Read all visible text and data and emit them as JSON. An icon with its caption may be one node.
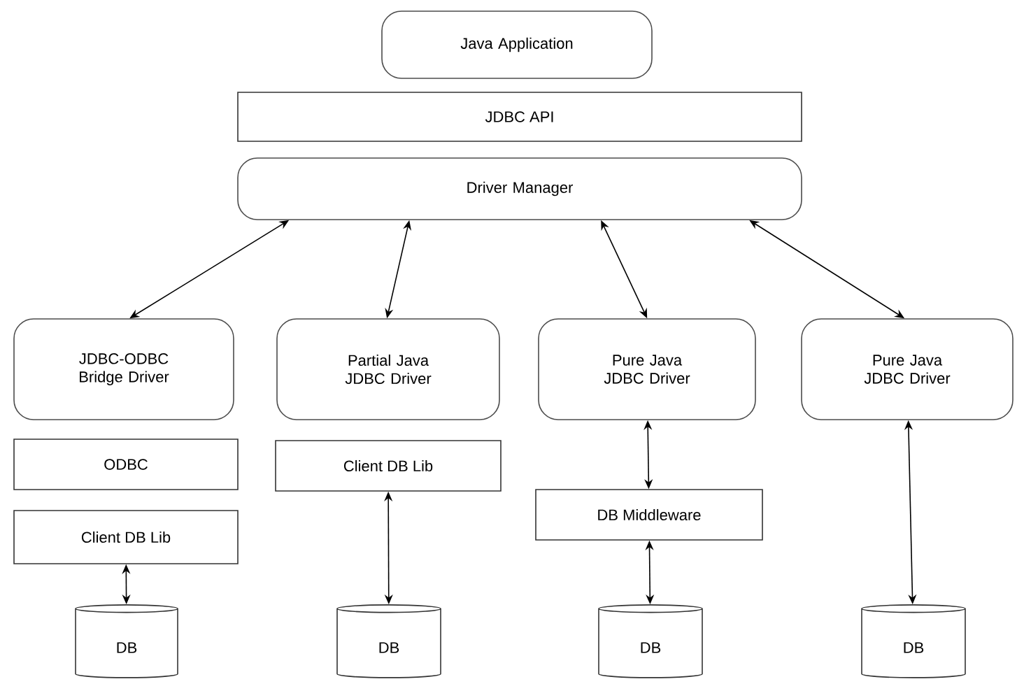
{
  "diagram": {
    "nodes": [
      {
        "text": [
          "Java Application"
        ]
      },
      {
        "text": [
          "JDBC API"
        ]
      },
      {
        "text": [
          "Driver Manager"
        ]
      },
      {
        "text": [
          "JDBC-ODBC Bridge Driver"
        ]
      },
      {
        "text": [
          "Partial Java JDBC Driver"
        ]
      },
      {
        "text": [
          "Pure Java JDBC Driver"
        ]
      },
      {
        "text": [
          "Pure Java JDBC Driver"
        ]
      },
      {
        "text": [
          "ODBC"
        ]
      },
      {
        "text": [
          "Client DB Lib"
        ]
      },
      {
        "text": [
          "Client DB Lib"
        ]
      },
      {
        "text": [
          "DB Middleware"
        ]
      },
      {
        "text": [
          "DB"
        ]
      },
      {
        "text": [
          "DB"
        ]
      },
      {
        "text": [
          "DB"
        ]
      },
      {
        "text": [
          "DB"
        ]
      }
    ],
    "edges": [
      {
        "from": 2,
        "to": 3,
        "arrow": "both"
      },
      {
        "from": 2,
        "to": 4,
        "arrow": "both"
      },
      {
        "from": 2,
        "to": 5,
        "arrow": "both"
      },
      {
        "from": 2,
        "to": 6,
        "arrow": "both"
      },
      {
        "from": 8,
        "to": 11,
        "arrow": "both"
      },
      {
        "from": 9,
        "to": 12,
        "arrow": "both"
      },
      {
        "from": 5,
        "to": 10,
        "arrow": "both"
      },
      {
        "from": 10,
        "to": 13,
        "arrow": "both"
      },
      {
        "from": 6,
        "to": 14,
        "arrow": "both"
      }
    ]
  }
}
